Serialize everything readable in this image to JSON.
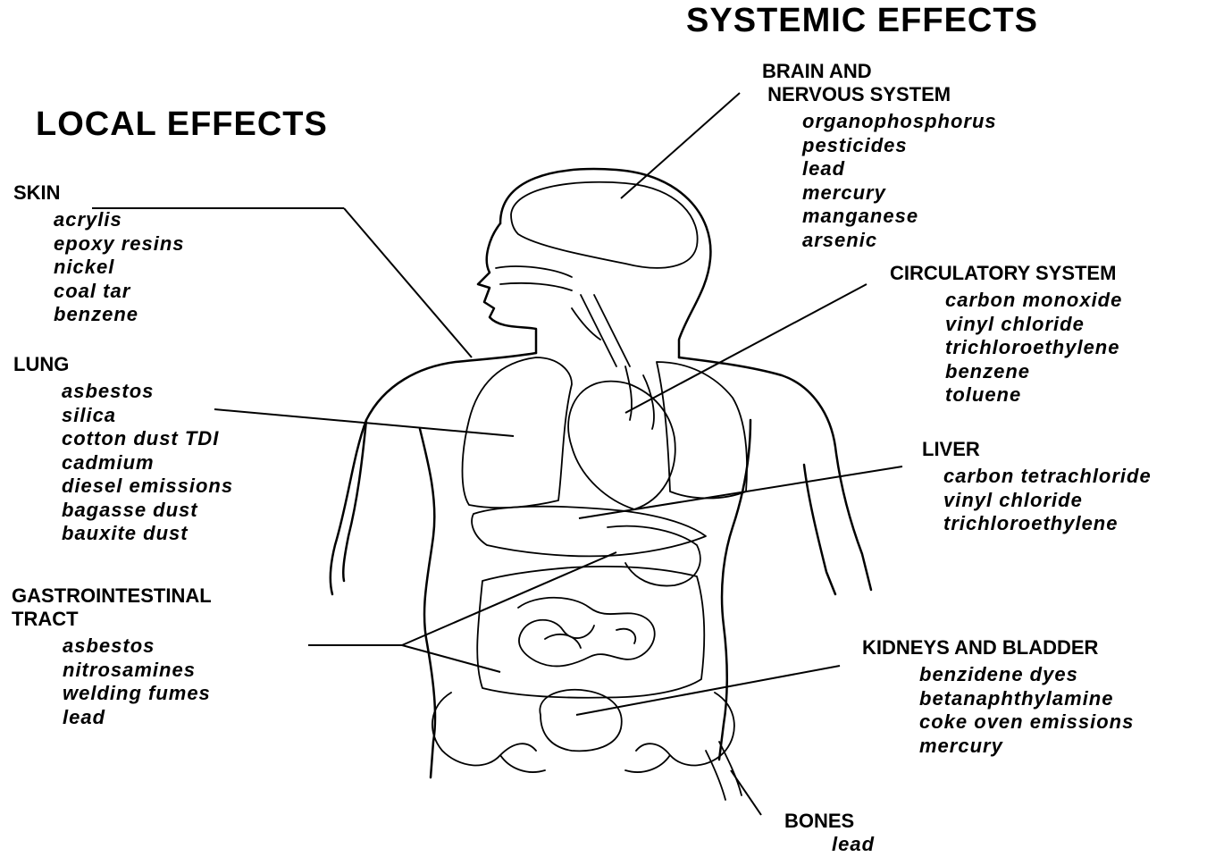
{
  "headings": {
    "local": "LOCAL EFFECTS",
    "systemic": "SYSTEMIC EFFECTS"
  },
  "local": {
    "skin": {
      "title": "SKIN",
      "items": [
        "acrylis",
        "epoxy resins",
        "nickel",
        "coal tar",
        "benzene"
      ]
    },
    "lung": {
      "title": "LUNG",
      "items": [
        "asbestos",
        "silica",
        "cotton dust TDI",
        "cadmium",
        "diesel emissions",
        "bagasse dust",
        "bauxite dust"
      ]
    },
    "gi": {
      "title": "GASTROINTESTINAL\nTRACT",
      "items": [
        "asbestos",
        "nitrosamines",
        "welding fumes",
        "lead"
      ]
    }
  },
  "systemic": {
    "brain": {
      "title": "BRAIN AND\n NERVOUS SYSTEM",
      "items": [
        "organophosphorus",
        "pesticides",
        "lead",
        "mercury",
        "manganese",
        "arsenic"
      ]
    },
    "circulatory": {
      "title": "CIRCULATORY SYSTEM",
      "items": [
        "carbon monoxide",
        "vinyl chloride",
        "trichloroethylene",
        "benzene",
        "toluene"
      ]
    },
    "liver": {
      "title": "LIVER",
      "items": [
        "carbon tetrachloride",
        "vinyl chloride",
        "trichloroethylene"
      ]
    },
    "kidneys": {
      "title": "KIDNEYS AND BLADDER",
      "items": [
        "benzidene dyes",
        "betanaphthylamine",
        "coke oven emissions",
        "mercury"
      ]
    },
    "bones": {
      "title": "BONES",
      "items": [
        "lead"
      ]
    }
  }
}
